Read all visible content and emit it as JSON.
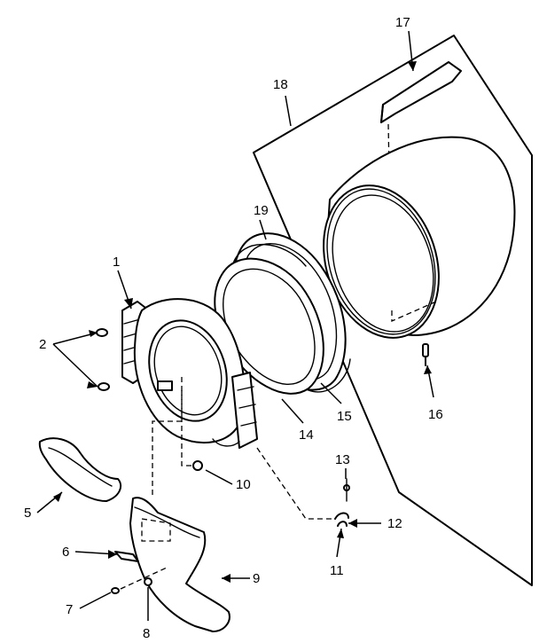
{
  "diagram": {
    "part_numbers": {
      "p1": "1",
      "p2": "2",
      "p5": "5",
      "p6": "6",
      "p7": "7",
      "p8": "8",
      "p9": "9",
      "p10": "10",
      "p11": "11",
      "p12": "12",
      "p13": "13",
      "p14": "14",
      "p15": "15",
      "p16": "16",
      "p17": "17",
      "p18": "18",
      "p19": "19"
    }
  }
}
